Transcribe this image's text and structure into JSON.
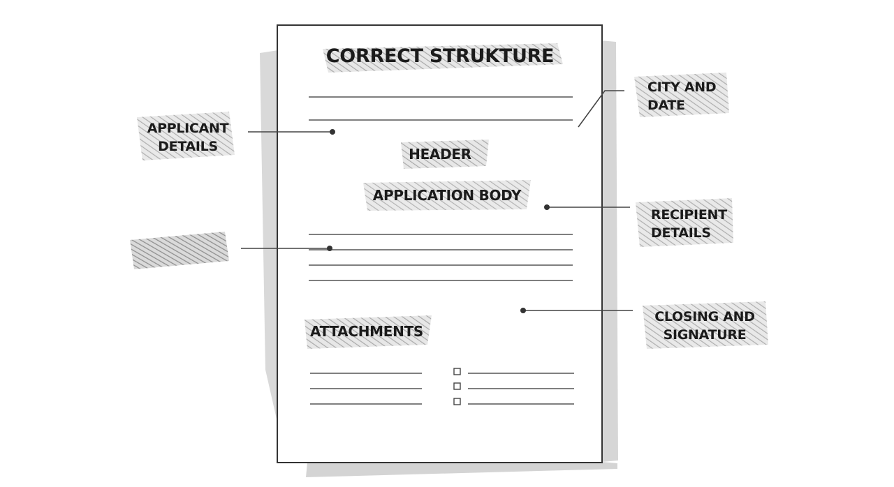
{
  "document": {
    "title": "CORRECT STRUKTURE",
    "header_label": "HEADER",
    "body_label": "APPLICATION BODY",
    "attachments_label": "ATTACHMENTS"
  },
  "callouts": {
    "applicant_details": [
      "APPLICANT",
      "DETAILS"
    ],
    "city_and_date": [
      "CITY AND",
      "DATE"
    ],
    "recipient_details": [
      "RECIPIENT",
      "DETAILS"
    ],
    "closing_and_signature": [
      "CLOSING AND",
      "SIGNATURE"
    ]
  },
  "colors": {
    "ink": "#1b1b1b",
    "line": "#555555",
    "shadow_paper": "#d6d6d6",
    "scribble": "#8e8e8e"
  }
}
